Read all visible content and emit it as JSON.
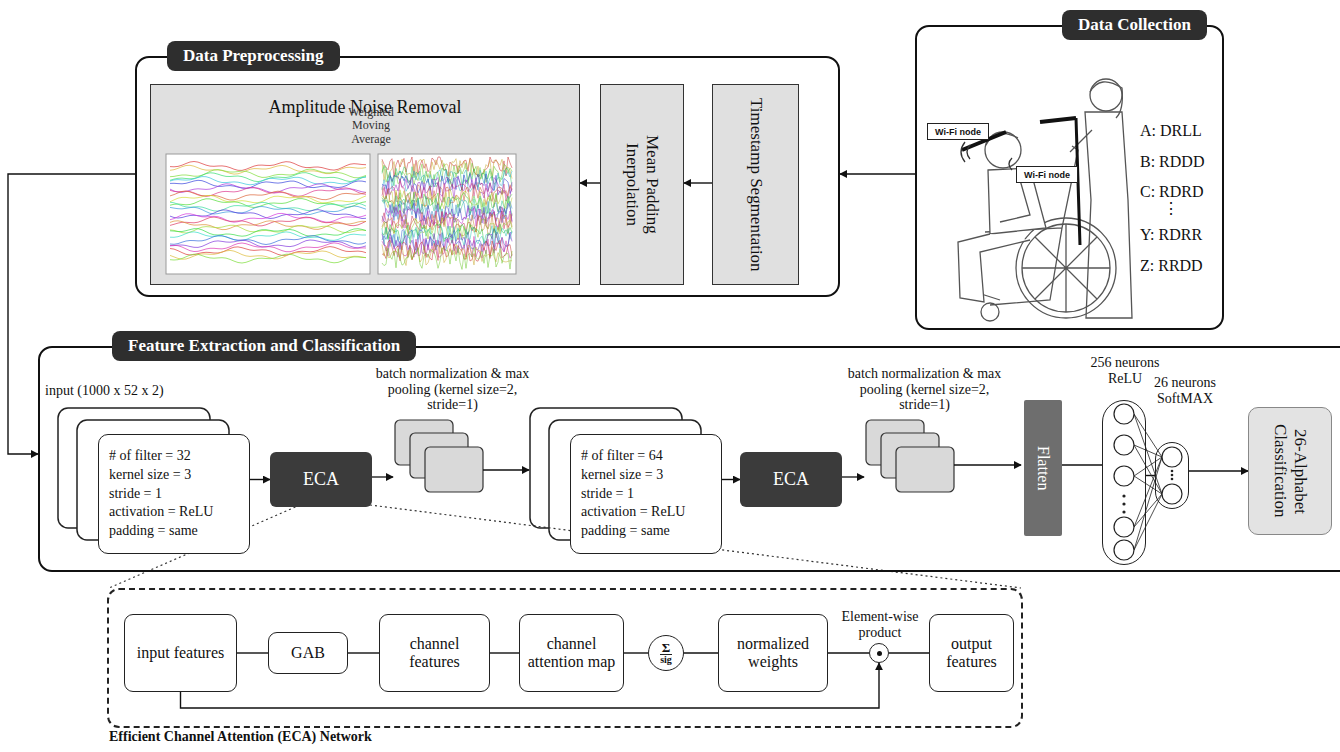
{
  "diagram": {
    "nodes": [
      {
        "text": [
          "Data Preprocessing"
        ]
      },
      {
        "text": [
          "Amplitude Noise Removal"
        ],
        "in": 0
      },
      {
        "text": [
          "Mean Padding Inerpolation"
        ],
        "in": 0
      },
      {
        "text": [
          "Timestamp Segmentation"
        ],
        "in": 0
      },
      {
        "text": [
          "Data Collection"
        ]
      },
      {
        "text": [
          "Wi-Fi node"
        ],
        "in": 4
      },
      {
        "text": [
          "Wi-Fi node"
        ],
        "in": 4
      },
      {
        "text": [
          "Feature Extraction and Classification"
        ]
      },
      {
        "text": [
          "# of filter = 32",
          "kernel size = 3",
          "stride = 1",
          "activation = ReLU",
          "padding = same"
        ],
        "in": 7
      },
      {
        "text": [
          "ECA"
        ],
        "in": 7
      },
      {
        "text": [
          "# of filter = 64",
          "kernel size = 3",
          "stride = 1",
          "activation = ReLU",
          "padding = same"
        ],
        "in": 7
      },
      {
        "text": [
          "ECA"
        ],
        "in": 7
      },
      {
        "text": [
          "Flatten"
        ],
        "in": 7
      },
      {
        "text": [
          "256 neurons",
          "ReLU"
        ],
        "in": 7
      },
      {
        "text": [
          "26 neurons",
          "SoftMAX"
        ],
        "in": 7
      },
      {
        "text": [
          "26-Alphabet Classification"
        ],
        "in": 7
      },
      {
        "text": [
          "Efficient Channel Attention (ECA) Network"
        ]
      },
      {
        "text": [
          "input features"
        ],
        "in": 16
      },
      {
        "text": [
          "GAB"
        ],
        "in": 16
      },
      {
        "text": [
          "channel features"
        ],
        "in": 16
      },
      {
        "text": [
          "channel attention map"
        ],
        "in": 16
      },
      {
        "text": [
          "Σ",
          "sig"
        ],
        "in": 16
      },
      {
        "text": [
          "normalized weights"
        ],
        "in": 16
      },
      {
        "text": [
          "Element-wise product"
        ],
        "in": 16
      },
      {
        "text": [
          "output features"
        ],
        "in": 16
      }
    ],
    "edges": [
      {
        "from": 4,
        "to": 0,
        "arrow": "to"
      },
      {
        "from": 3,
        "to": 2,
        "arrow": "to"
      },
      {
        "from": 2,
        "to": 1,
        "arrow": "to"
      },
      {
        "from": 0,
        "to": 7,
        "arrow": "to"
      },
      {
        "from": 8,
        "to": 9,
        "arrow": "to"
      },
      {
        "from": 10,
        "to": 11,
        "arrow": "to"
      },
      {
        "from": 12,
        "to": 13,
        "arrow": "none"
      },
      {
        "from": 13,
        "to": 14,
        "arrow": "none"
      },
      {
        "from": 14,
        "to": 15,
        "arrow": "to"
      },
      {
        "from": 17,
        "to": 18,
        "arrow": "none"
      },
      {
        "from": 18,
        "to": 19,
        "arrow": "none"
      },
      {
        "from": 19,
        "to": 20,
        "arrow": "none"
      },
      {
        "from": 20,
        "to": 21,
        "arrow": "none"
      },
      {
        "from": 21,
        "to": 22,
        "arrow": "none"
      },
      {
        "from": 22,
        "to": 23,
        "arrow": "none"
      },
      {
        "from": 23,
        "to": 24,
        "arrow": "none"
      },
      {
        "from": 17,
        "to": 23,
        "arrow": "to"
      }
    ],
    "labels": [
      "input (1000 x 52 x 2)",
      "batch normalization & max pooling (kernel size=2, stride=1)",
      "batch normalization & max pooling (kernel size=2, stride=1)",
      "A: DRLL",
      "B: RDDD",
      "C: RDRD",
      "⋮",
      "Y: RDRR",
      "Z: RRDD",
      "Weighted Moving Average"
    ]
  }
}
